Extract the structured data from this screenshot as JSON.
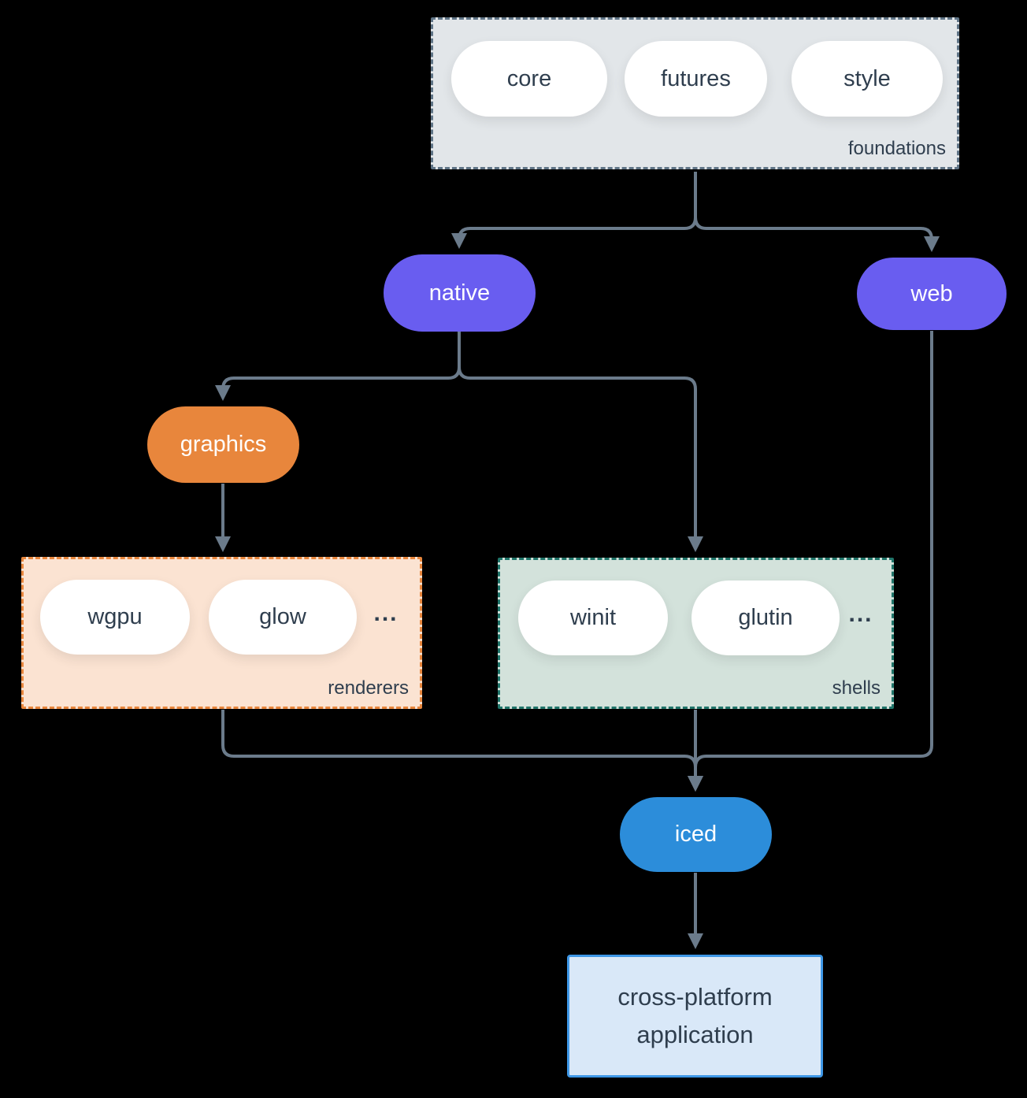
{
  "diagram": {
    "foundations": {
      "label": "foundations",
      "pills": [
        "core",
        "futures",
        "style"
      ]
    },
    "nodes": {
      "native": "native",
      "web": "web",
      "graphics": "graphics",
      "iced": "iced"
    },
    "renderers": {
      "label": "renderers",
      "pills": [
        "wgpu",
        "glow"
      ],
      "more": "..."
    },
    "shells": {
      "label": "shells",
      "pills": [
        "winit",
        "glutin"
      ],
      "more": "..."
    },
    "application": {
      "line1": "cross-platform",
      "line2": "application"
    },
    "colors": {
      "background": "#000000",
      "edge": "#6b7b8b",
      "purple": "#695df0",
      "orange": "#e8863c",
      "blue": "#2c8dda",
      "foundations_bg": "#e2e6e9",
      "foundations_border": "#5f7486",
      "renderers_bg": "#fbe3d2",
      "renderers_border": "#e8863c",
      "shells_bg": "#d3e2db",
      "shells_border": "#20756a",
      "app_bg": "#d9e8f8",
      "app_border": "#3e97e6",
      "dark_text": "#2f3e4e",
      "light_text": "#ffffff"
    }
  }
}
